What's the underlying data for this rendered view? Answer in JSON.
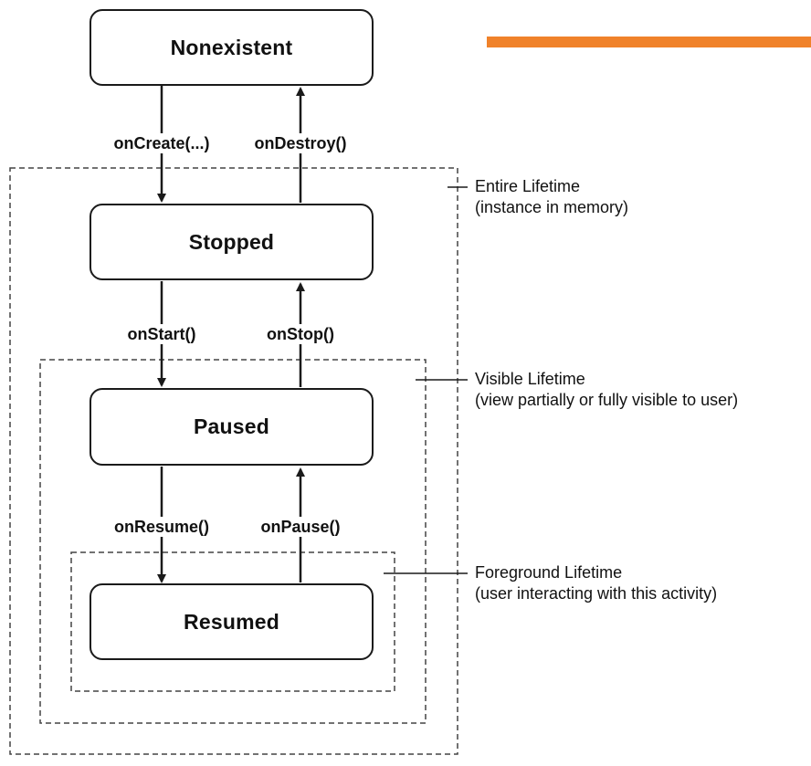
{
  "colors": {
    "accent": "#f0822a",
    "stroke": "#1a1a1a",
    "dashed": "#444444"
  },
  "states": {
    "nonexistent": "Nonexistent",
    "stopped": "Stopped",
    "paused": "Paused",
    "resumed": "Resumed"
  },
  "callbacks": {
    "on_create": "onCreate(...)",
    "on_destroy": "onDestroy()",
    "on_start": "onStart()",
    "on_stop": "onStop()",
    "on_resume": "onResume()",
    "on_pause": "onPause()"
  },
  "lifetimes": {
    "entire": {
      "title": "Entire Lifetime",
      "detail": "(instance in memory)"
    },
    "visible": {
      "title": "Visible Lifetime",
      "detail": "(view partially or fully visible to user)"
    },
    "foreground": {
      "title": "Foreground Lifetime",
      "detail": "(user interacting with this activity)"
    }
  }
}
